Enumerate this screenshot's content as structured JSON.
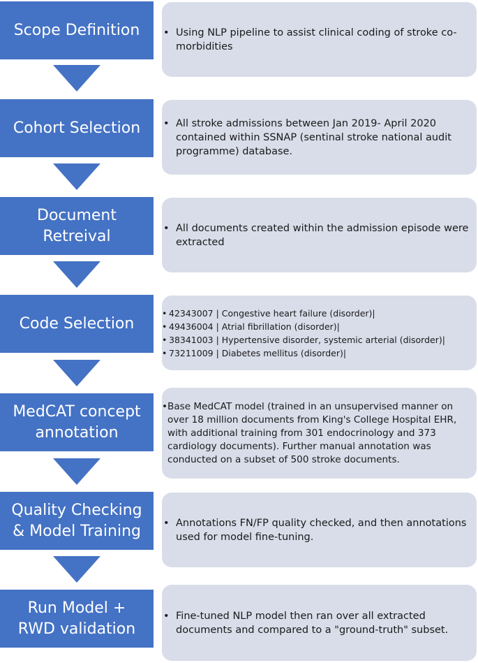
{
  "colors": {
    "step_fill": "#4472c4",
    "step_text": "#ffffff",
    "description_fill": "#d8dde9",
    "description_text": "#1a1a1a"
  },
  "icons": {
    "connector": "down-arrow-icon"
  },
  "steps": [
    {
      "title": "Scope Definition",
      "bullets": [
        "Using NLP pipeline to assist clinical coding of stroke co-morbidities"
      ]
    },
    {
      "title": "Cohort Selection",
      "bullets": [
        "All stroke admissions between Jan 2019- April 2020 contained within SSNAP (sentinal stroke national audit programme) database."
      ]
    },
    {
      "title": "Document\nRetreival",
      "bullets": [
        "All documents created within the admission episode were extracted"
      ]
    },
    {
      "title": "Code Selection",
      "bullets": [
        "42343007 | Congestive heart failure (disorder)|",
        "49436004 | Atrial fibrillation (disorder)|",
        "38341003 | Hypertensive disorder, systemic arterial (disorder)|",
        "73211009 | Diabetes mellitus (disorder)|"
      ]
    },
    {
      "title": "MedCAT concept\nannotation",
      "bullets": [
        "Base MedCAT model (trained in an unsupervised manner on over 18 million documents from King's College Hospital EHR, with additional training from 301 endocrinology and 373 cardiology documents). Further manual annotation was conducted on a subset of 500 stroke documents."
      ]
    },
    {
      "title": "Quality Checking\n& Model Training",
      "bullets": [
        "Annotations FN/FP quality checked, and then annotations used for model fine-tuning."
      ]
    },
    {
      "title": "Run Model +\nRWD validation",
      "bullets": [
        "Fine-tuned NLP model then ran over all extracted documents and compared to a \"ground-truth\" subset."
      ]
    }
  ]
}
